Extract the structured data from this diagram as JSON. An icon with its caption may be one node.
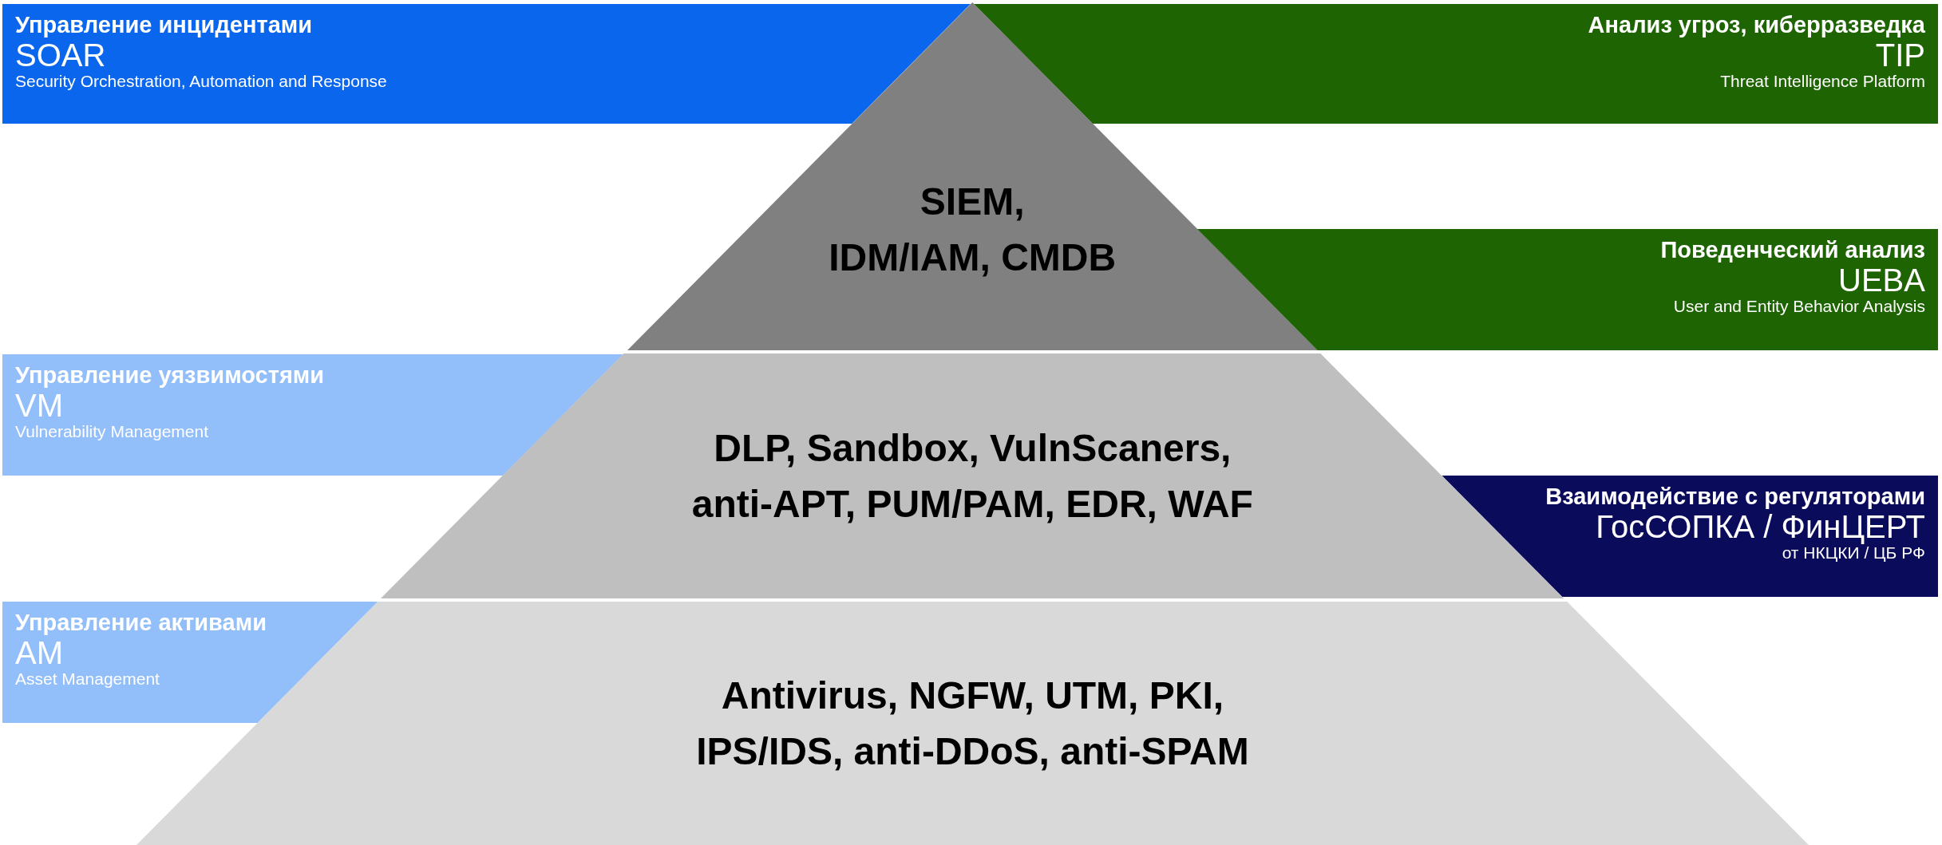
{
  "diagram": {
    "nodes": [
      {
        "text": [
          "Управление инцидентами",
          "SOAR",
          "Security Orchestration, Automation and Response"
        ]
      },
      {
        "text": [
          "Анализ угроз, киберразведка",
          "TIP",
          "Threat Intelligence Platform"
        ]
      },
      {
        "text": [
          "SIEM,",
          "IDM/IAM, CMDB"
        ]
      },
      {
        "text": [
          "Поведенческий анализ",
          "UEBA",
          "User and Entity Behavior Analysis"
        ]
      },
      {
        "text": [
          "Управление уязвимостями",
          "VM",
          "Vulnerability Management"
        ]
      },
      {
        "text": [
          "DLP, Sandbox, VulnScaners, anti-APT, PUM/PAM, EDR, WAF"
        ]
      },
      {
        "text": [
          "Взаимодействие с регуляторами",
          "ГосСОПКА / ФинЦЕРТ",
          "от НКЦКИ / ЦБ РФ"
        ]
      },
      {
        "text": [
          "Управление активами",
          "AM",
          "Asset Management"
        ]
      },
      {
        "text": [
          "Antivirus, NGFW, UTM, PKI, IPS/IDS, anti-DDoS, anti-SPAM"
        ]
      }
    ]
  }
}
